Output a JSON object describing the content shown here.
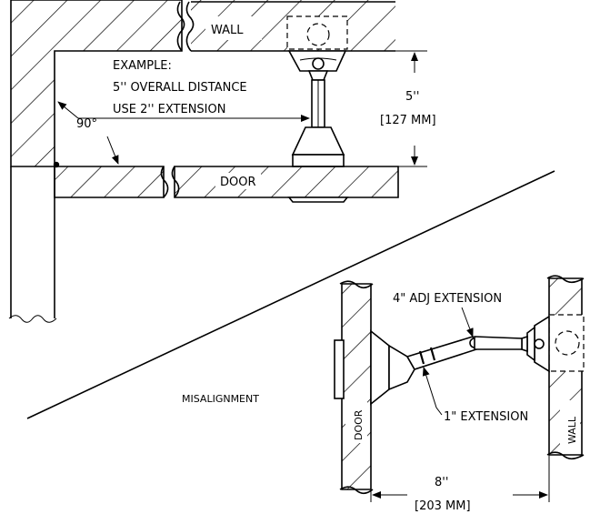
{
  "labels": {
    "wall_top": "WALL",
    "example": "EXAMPLE:",
    "overall_distance": "5'' OVERALL DISTANCE",
    "use_extension": "USE  2'' EXTENSION",
    "dim_5_in": "5''",
    "dim_5_mm": "[127 MM]",
    "angle": "90°",
    "door_top": "DOOR",
    "misalignment": "MISALIGNMENT",
    "adj_extension": "4\" ADJ EXTENSION",
    "one_extension": "1\" EXTENSION",
    "door_side": "DOOR",
    "wall_side": "WALL",
    "dim_8_in": "8''",
    "dim_8_mm": "[203 MM]"
  }
}
